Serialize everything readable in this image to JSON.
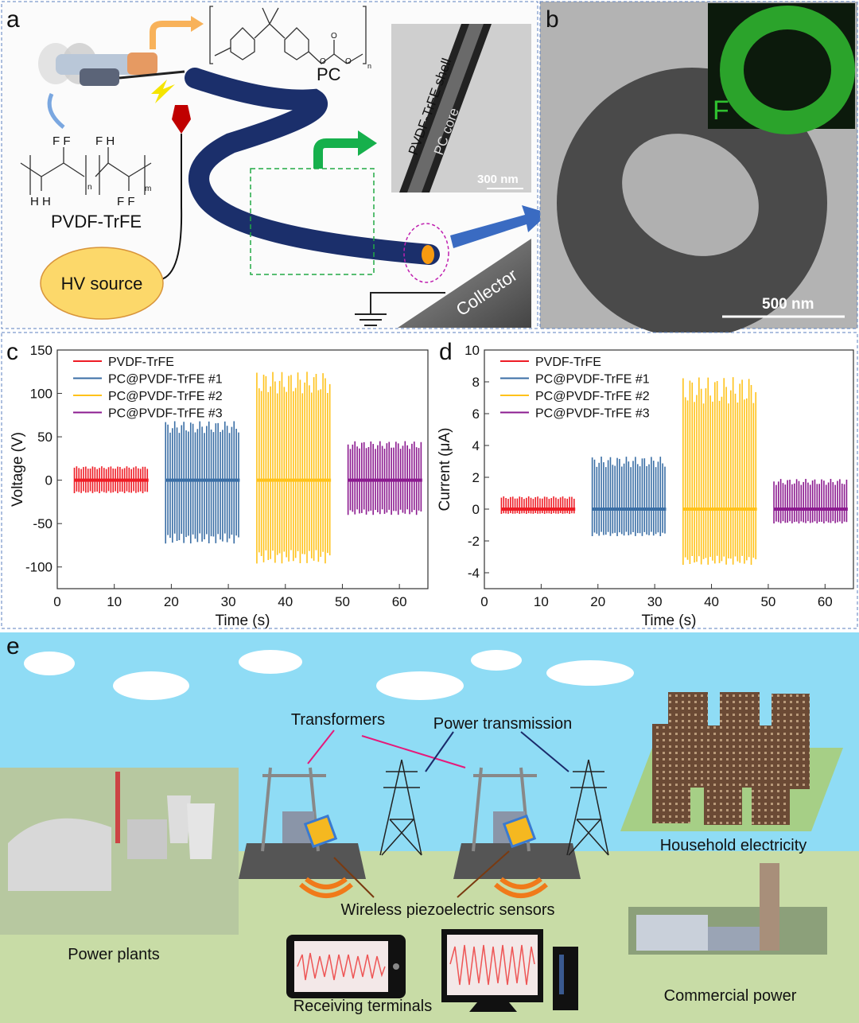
{
  "panels": {
    "a": {
      "letter": "a",
      "pc_label": "PC",
      "pc_n": "n",
      "pvdf_label": "PVDF-TrFE",
      "chem_ff_top": "F F",
      "chem_fh_top": "F H",
      "chem_hh_bottom": "H H",
      "chem_ff_bottom": "F F",
      "chem_n": "n",
      "chem_m": "m",
      "pc_o1": "O",
      "pc_o2": "O",
      "pc_o3": "O",
      "hv_source": "HV source",
      "collector": "Collector",
      "tem_shell": "PVDF-TrFE shell",
      "tem_core": "PC core",
      "tem_scale": "300 nm"
    },
    "b": {
      "letter": "b",
      "eds_element": "F",
      "scale": "500 nm"
    },
    "c": {
      "letter": "c"
    },
    "d": {
      "letter": "d"
    },
    "e": {
      "letter": "e",
      "transformers": "Transformers",
      "power_transmission": "Power transmission",
      "household": "Household electricity",
      "sensors": "Wireless piezoelectric sensors",
      "power_plants": "Power plants",
      "receiving": "Receiving terminals",
      "commercial": "Commercial power"
    }
  },
  "colors": {
    "pvdf": "#ee1c25",
    "pc1": "#3a6ea5",
    "pc2": "#ffc21a",
    "pc3": "#8b1a8f",
    "sky": "#8fdcf5",
    "ground": "#c8dca6",
    "fiber": "#1b2f6b"
  },
  "chart_data": [
    {
      "type": "line",
      "title": "",
      "xlabel": "Time (s)",
      "ylabel": "Voltage (V)",
      "xlim": [
        0,
        65
      ],
      "ylim": [
        -125,
        150
      ],
      "xticks": [
        "0",
        "10",
        "20",
        "30",
        "40",
        "50",
        "60"
      ],
      "yticks": [
        "-100",
        "-50",
        "0",
        "50",
        "100",
        "150"
      ],
      "legend": "top-left",
      "series": [
        {
          "name": "PVDF-TrFE",
          "t_start": 3,
          "t_end": 16,
          "peak_pos": 16,
          "peak_neg": -15
        },
        {
          "name": "PC@PVDF-TrFE #1",
          "t_start": 19,
          "t_end": 32,
          "peak_pos": 68,
          "peak_neg": -73
        },
        {
          "name": "PC@PVDF-TrFE #2",
          "t_start": 35,
          "t_end": 48,
          "peak_pos": 125,
          "peak_neg": -96
        },
        {
          "name": "PC@PVDF-TrFE #3",
          "t_start": 51,
          "t_end": 64,
          "peak_pos": 45,
          "peak_neg": -40
        }
      ]
    },
    {
      "type": "line",
      "title": "",
      "xlabel": "Time (s)",
      "ylabel": "Current (μA)",
      "xlim": [
        0,
        65
      ],
      "ylim": [
        -5,
        10
      ],
      "xticks": [
        "0",
        "10",
        "20",
        "30",
        "40",
        "50",
        "60"
      ],
      "yticks": [
        "-4",
        "-2",
        "0",
        "2",
        "4",
        "6",
        "8",
        "10"
      ],
      "legend": "top-left",
      "series": [
        {
          "name": "PVDF-TrFE",
          "t_start": 3,
          "t_end": 16,
          "peak_pos": 0.8,
          "peak_neg": -0.3
        },
        {
          "name": "PC@PVDF-TrFE #1",
          "t_start": 19,
          "t_end": 32,
          "peak_pos": 3.3,
          "peak_neg": -1.7
        },
        {
          "name": "PC@PVDF-TrFE #2",
          "t_start": 35,
          "t_end": 48,
          "peak_pos": 8.3,
          "peak_neg": -3.5
        },
        {
          "name": "PC@PVDF-TrFE #3",
          "t_start": 51,
          "t_end": 64,
          "peak_pos": 1.9,
          "peak_neg": -0.9
        }
      ]
    }
  ]
}
